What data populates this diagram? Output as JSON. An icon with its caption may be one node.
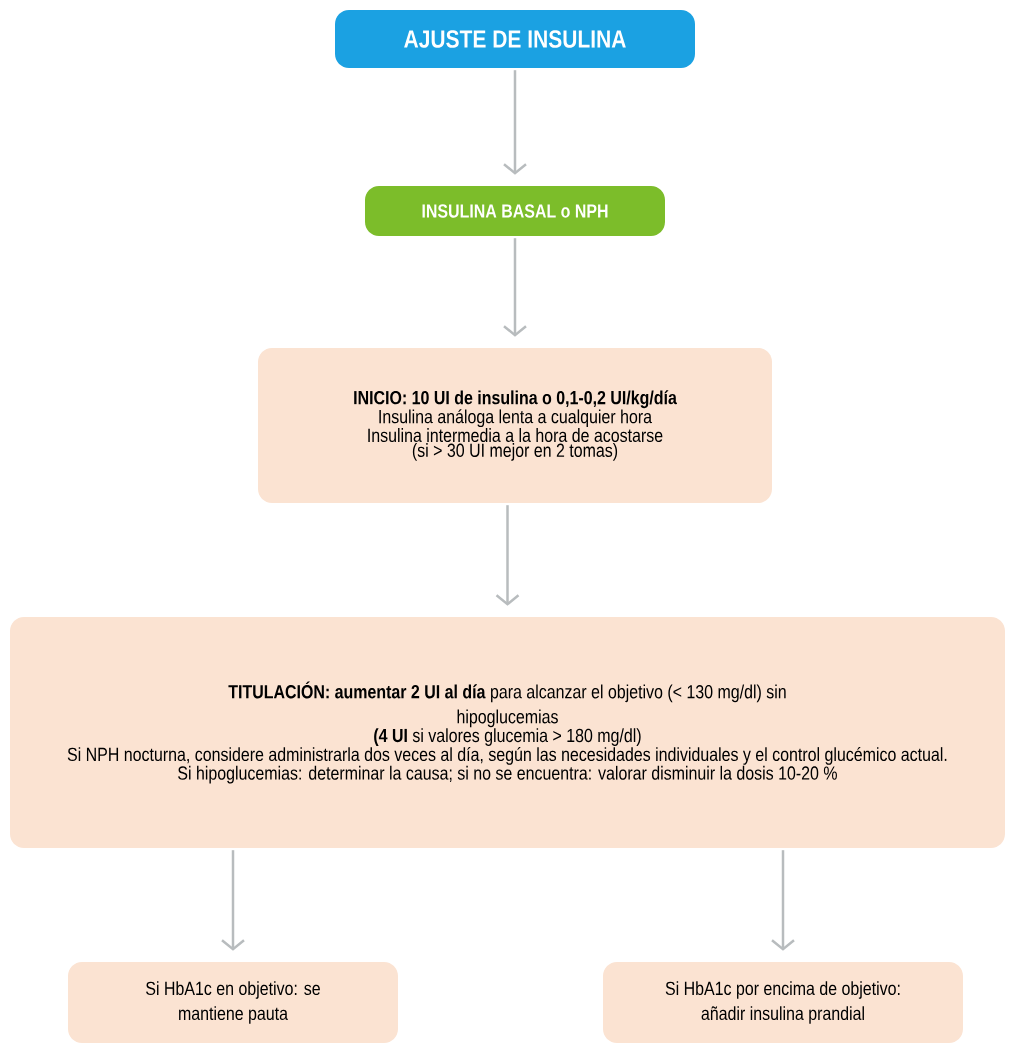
{
  "diagram": {
    "nodes": [
      {
        "text": [
          "AJUSTE DE INSULINA"
        ]
      },
      {
        "text": [
          "INSULINA BASAL o NPH"
        ]
      },
      {
        "text": [
          "INICIO: 10 UI de insulina o 0,1-0,2 UI/kg/día",
          "Insulina análoga lenta a cualquier hora",
          "Insulina intermedia a la hora de acostarse",
          "(si > 30 UI mejor en 2 tomas)"
        ]
      },
      {
        "text": [
          "**TITULACIÓN: aumentar 2 UI al día** para alcanzar el objetivo (< 130 mg/dl) sin hipoglucemias",
          "**(4 UI** si valores glucemia > 180 mg/dl)",
          "Si NPH nocturna, considere administrarla dos veces al día, según las necesidades individuales y el control glucémico actual.",
          "Si hipoglucemias: determinar la causa; si no se encuentra: valorar disminuir la dosis 10-20 %"
        ]
      },
      {
        "text": [
          "Si HbA1c en objetivo: se mantiene pauta"
        ]
      },
      {
        "text": [
          "Si HbA1c por encima de objetivo: añadir insulina prandial"
        ]
      }
    ],
    "edges": [
      {
        "from": 0,
        "to": 1,
        "arrow": "to"
      },
      {
        "from": 1,
        "to": 2,
        "arrow": "to"
      },
      {
        "from": 2,
        "to": 3,
        "arrow": "to"
      },
      {
        "from": 3,
        "to": 4,
        "arrow": "to"
      },
      {
        "from": 3,
        "to": 5,
        "arrow": "to"
      }
    ]
  }
}
